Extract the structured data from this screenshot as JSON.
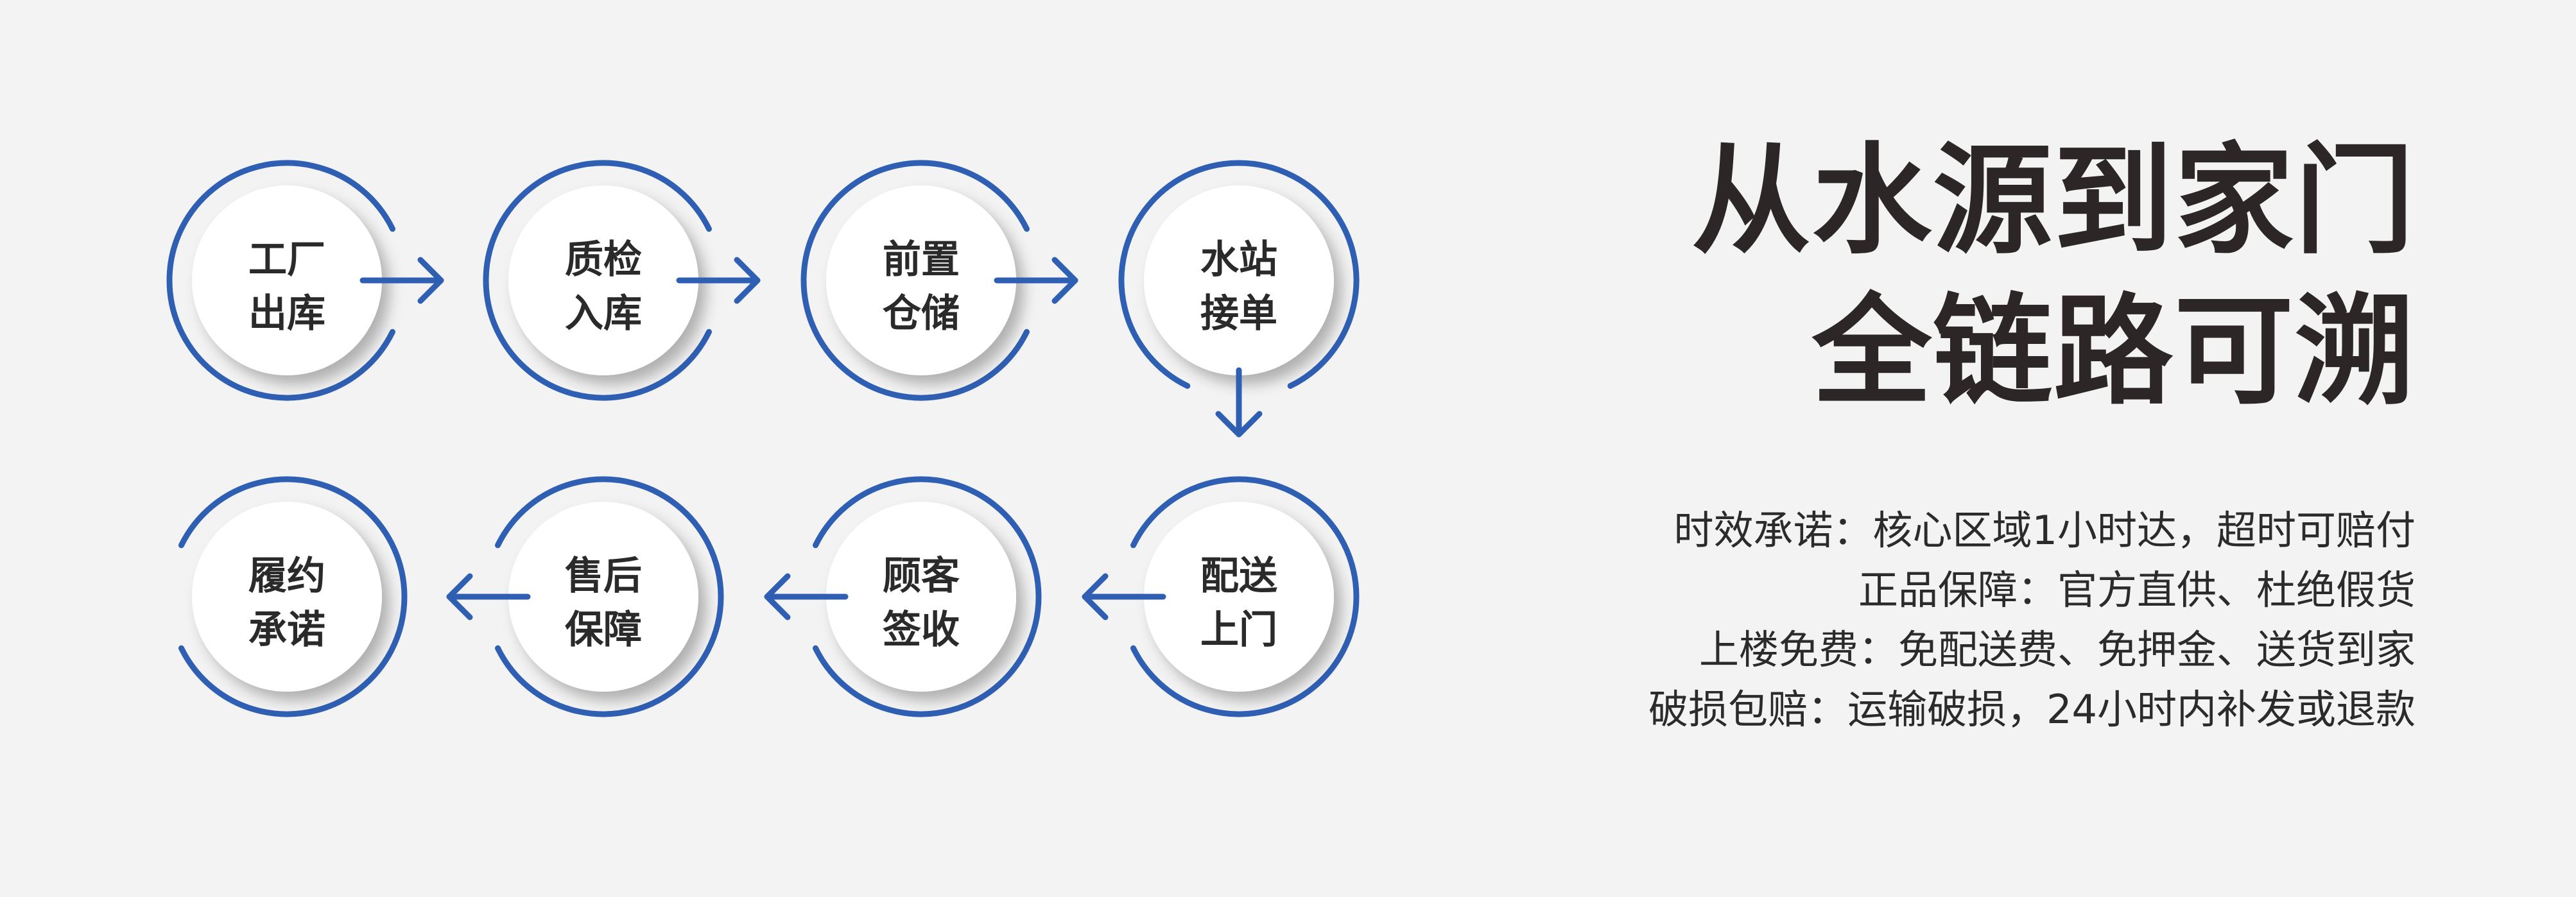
{
  "diagram": {
    "title_lines": [
      "从水源到家门",
      "全链路可溯"
    ],
    "steps": [
      {
        "line1": "工厂",
        "line2": "出库"
      },
      {
        "line1": "质检",
        "line2": "入库"
      },
      {
        "line1": "前置",
        "line2": "仓储"
      },
      {
        "line1": "水站",
        "line2": "接单"
      },
      {
        "line1": "配送",
        "line2": "上门"
      },
      {
        "line1": "顾客",
        "line2": "签收"
      },
      {
        "line1": "售后",
        "line2": "保障"
      },
      {
        "line1": "履约",
        "line2": "承诺"
      }
    ],
    "features": [
      {
        "label": "时效承诺：",
        "text": "核心区域1小时达，超时可赔付"
      },
      {
        "label": "正品保障：",
        "text": "官方直供、杜绝假货"
      },
      {
        "label": "上楼免费：",
        "text": "免配送费、免押金、送货到家"
      },
      {
        "label": "破损包赔：",
        "text": "运输破损，24小时内补发或退款"
      }
    ],
    "colors": {
      "accent": "#2f5fb3",
      "background": "#f3f3f3",
      "text": "#2d2626"
    }
  }
}
